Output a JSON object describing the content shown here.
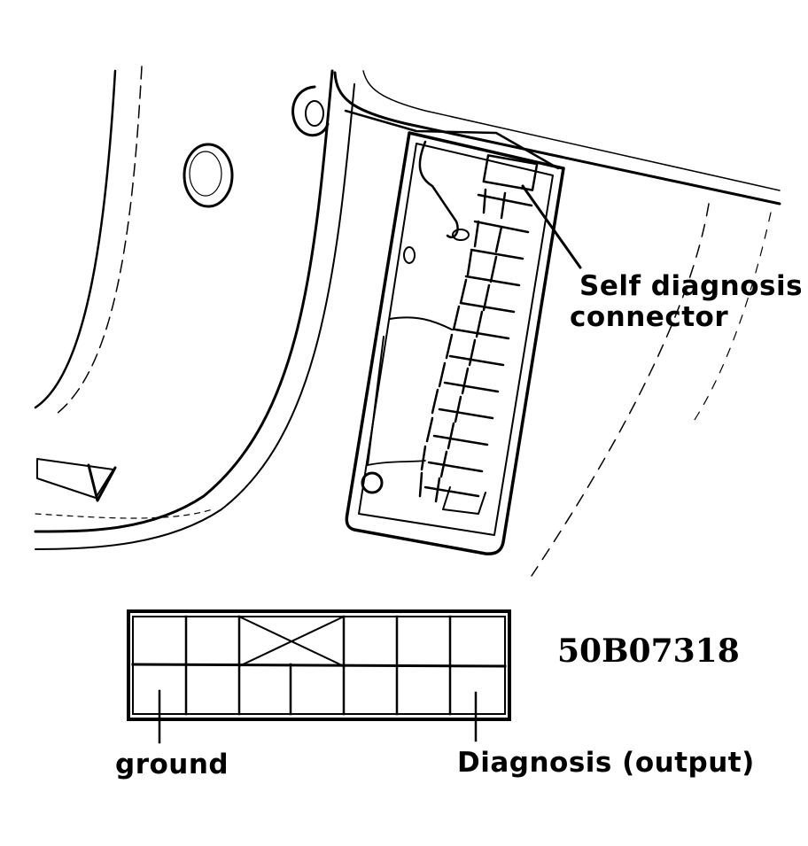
{
  "callouts": {
    "self_diagnosis_line1": "Self diagnosis",
    "self_diagnosis_line2": "connector",
    "ground": "ground",
    "diagnosis_output": "Diagnosis (output)"
  },
  "figure_code": "50B07318",
  "connector_grid": {
    "rows": 2,
    "columns": 7,
    "crossed_cells": "top row, columns 3-4 (no terminal)",
    "ground_terminal": "bottom row, column 1",
    "diagnosis_output_terminal": "bottom row, column 7"
  },
  "colors": {
    "ink": "#000000",
    "paper": "#ffffff"
  }
}
